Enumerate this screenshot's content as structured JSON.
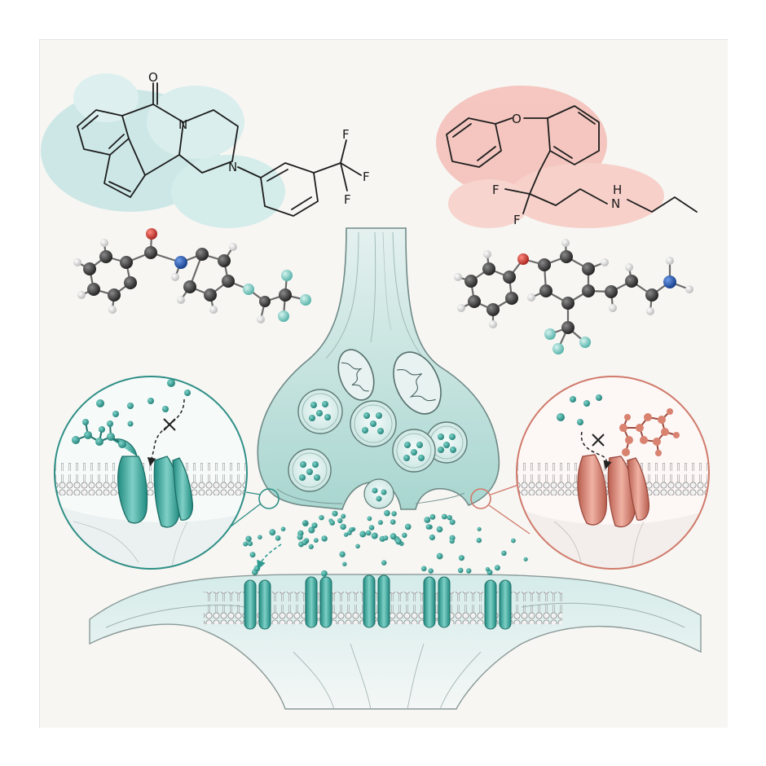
{
  "molecules": {
    "left_skeletal": {
      "carbonyl_oxygen": "O",
      "ring_nitrogen_1": "N",
      "ring_nitrogen_2": "N",
      "fluorines": [
        "F",
        "F",
        "F"
      ],
      "wash_color": "#bfe3e3"
    },
    "right_skeletal": {
      "ether_oxygen": "O",
      "fluorines": [
        "F",
        "F"
      ],
      "amine_label": "N",
      "amine_hydrogen": "H",
      "wash_color": "#f4b3aa"
    }
  },
  "ball_and_stick_colors": {
    "carbon": "#3a3a3a",
    "hydrogen": "#e6e6e6",
    "oxygen": "#d0342c",
    "nitrogen": "#1f4fa8",
    "fluorine": "#7fd0c8"
  },
  "synapse": {
    "presynaptic_color": "#cfe6e3",
    "neurotransmitter_color": "#2f9a90",
    "vesicle_count": 6,
    "postsynaptic_receptor_count": 5
  },
  "insets": {
    "left": {
      "ring_color": "#2f8f86",
      "transporter_color": "#3fb3a8",
      "blocked_icon": "blocked-x-icon"
    },
    "right": {
      "ring_color": "#d07a6a",
      "transporter_color": "#e39a8a",
      "blocked_icon": "blocked-x-icon"
    }
  }
}
